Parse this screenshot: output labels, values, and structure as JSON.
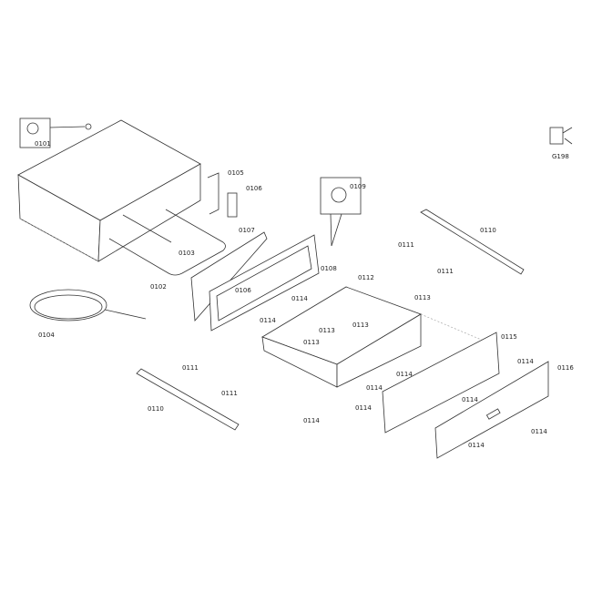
{
  "diagram": {
    "corner_code": "G198",
    "corner_icon": "service-tool-icon",
    "part_labels": [
      "0101",
      "0105",
      "0106",
      "0107",
      "0103",
      "0102",
      "0104",
      "0109",
      "0108",
      "0110",
      "0111",
      "0111",
      "0106",
      "0114",
      "0114",
      "0112",
      "0113",
      "0113",
      "0113",
      "0113",
      "0115",
      "0116",
      "0114",
      "0114",
      "0114",
      "0114",
      "0114",
      "0114",
      "0114",
      "0114",
      "0111",
      "0111",
      "0110"
    ]
  }
}
